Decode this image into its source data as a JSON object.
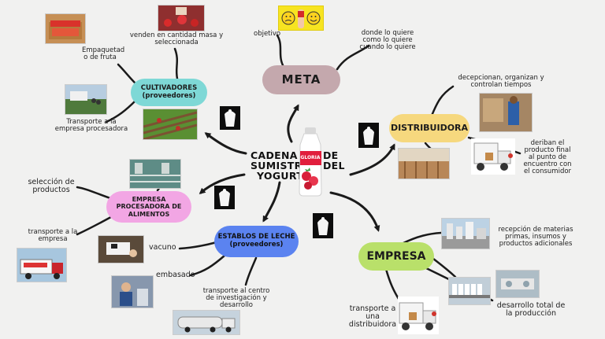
{
  "center": {
    "line1": "CADENA",
    "line2": "SUMISTRO",
    "line3": "YOGURT",
    "word_de": "DE",
    "word_del": "DEL",
    "bottle_brand": "GLORIA"
  },
  "nodes": {
    "meta": "META",
    "cultivadores": {
      "title": "CULTIVADORES",
      "sub": "(proveedores)"
    },
    "distribuidora": "DISTRIBUIDORA",
    "procesadora": {
      "l1": "EMPRESA",
      "l2": "PROCESADORA DE",
      "l3": "ALIMENTOS"
    },
    "establos": {
      "title": "ESTABLOS DE LECHE",
      "sub": "(proveedores)"
    },
    "empresa": "EMPRESA"
  },
  "labels": {
    "objetivo": "objetivo",
    "donde1": "donde lo quiere",
    "donde2": "como lo quiere",
    "donde3": "cuando lo quiere",
    "venden1": "venden en cantidad masa y",
    "venden2": "seleccionada",
    "empaq1": "Empaquetad",
    "empaq2": "o de fruta",
    "transp1": "Transporte a la",
    "transp2": "empresa procesadora",
    "decep1": "decepcionan, organizan y",
    "decep2": "controlan tiempos",
    "deriban1": "deriban el",
    "deriban2": "producto final",
    "deriban3": "al punto de",
    "deriban4": "encuentro con",
    "deriban5": "el consumidor",
    "selec1": "selección de",
    "selec2": "productos",
    "tre1": "transporte a la",
    "tre2": "empresa",
    "vacuno": "vacuno",
    "embasado": "embasado",
    "tci1": "transporte al centro",
    "tci2": "de investigación y",
    "tci3": "desarrollo",
    "recep1": "recepción de materias",
    "recep2": "primas, insumos y",
    "recep3": "productos adicionales",
    "tad1": "transporte a",
    "tad2": "una",
    "tad3": "distribuidora",
    "dt1": "desarrollo total de",
    "dt2": "la producción"
  },
  "colors": {
    "meta": "#c4a8ad",
    "cultivadores": "#7ed8d6",
    "distribuidora": "#f6d87e",
    "procesadora": "#f2a6e4",
    "establos": "#5b83f0",
    "empresa": "#b9e06a",
    "lines": "#1a1a1a"
  },
  "icons": [
    "milk-splash-icon",
    "smiley-faces-icon",
    "truck-icon",
    "factory-icon",
    "strawberry-icon"
  ]
}
